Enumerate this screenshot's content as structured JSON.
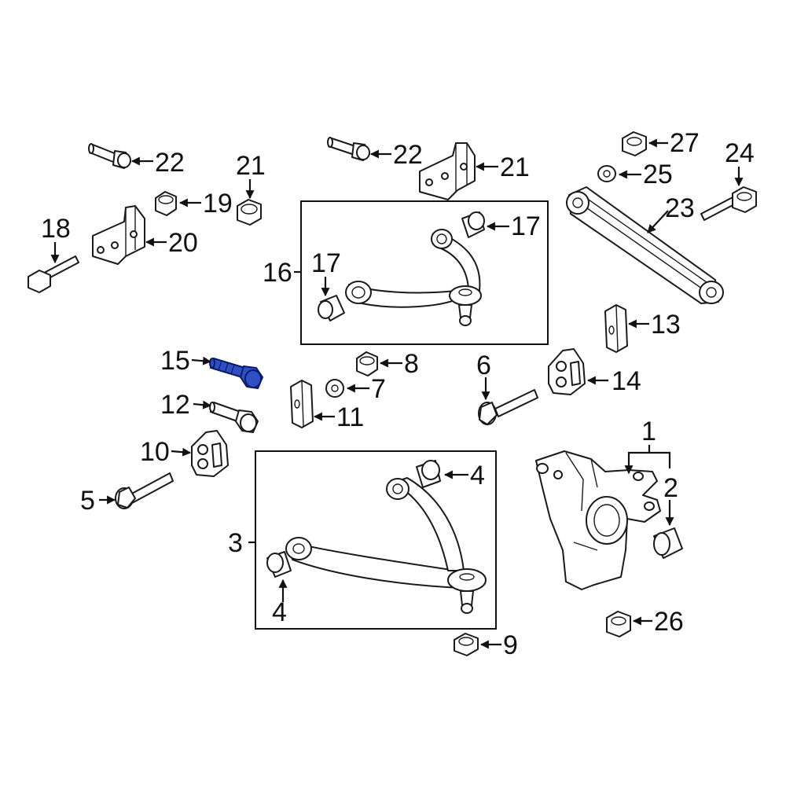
{
  "diagram": {
    "highlight_color": "#2f4fc4",
    "highlighted_part": "15",
    "callouts": {
      "c1": "1",
      "c2": "2",
      "c3": "3",
      "c4a": "4",
      "c4b": "4",
      "c5": "5",
      "c6": "6",
      "c7": "7",
      "c8": "8",
      "c9": "9",
      "c10": "10",
      "c11": "11",
      "c12": "12",
      "c13": "13",
      "c14": "14",
      "c15": "15",
      "c16": "16",
      "c17a": "17",
      "c17b": "17",
      "c18": "18",
      "c19": "19",
      "c20": "20",
      "c21a": "21",
      "c21b": "21",
      "c22a": "22",
      "c22b": "22",
      "c23": "23",
      "c24": "24",
      "c25": "25",
      "c26": "26",
      "c27": "27"
    }
  }
}
